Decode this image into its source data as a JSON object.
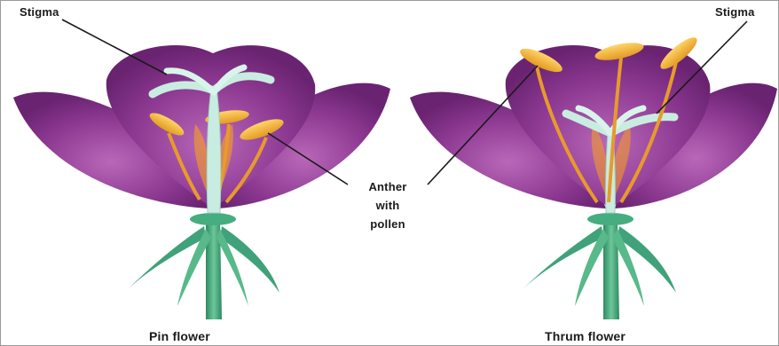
{
  "labels": {
    "stigma_left": "Stigma",
    "stigma_right": "Stigma",
    "anther_line1": "Anther",
    "anther_line2": "with",
    "anther_line3": "pollen",
    "pin_caption": "Pin flower",
    "thrum_caption": "Thrum flower"
  },
  "colors": {
    "petal_main": "#8e3a93",
    "petal_dark": "#6a2371",
    "petal_light": "#b868b8",
    "stem": "#3fa27a",
    "stem_light": "#8fd6b0",
    "anther": "#f0b43a",
    "filament": "#e89a2c",
    "stigma": "#c9ece0",
    "pointer": "#1a1a1a"
  }
}
